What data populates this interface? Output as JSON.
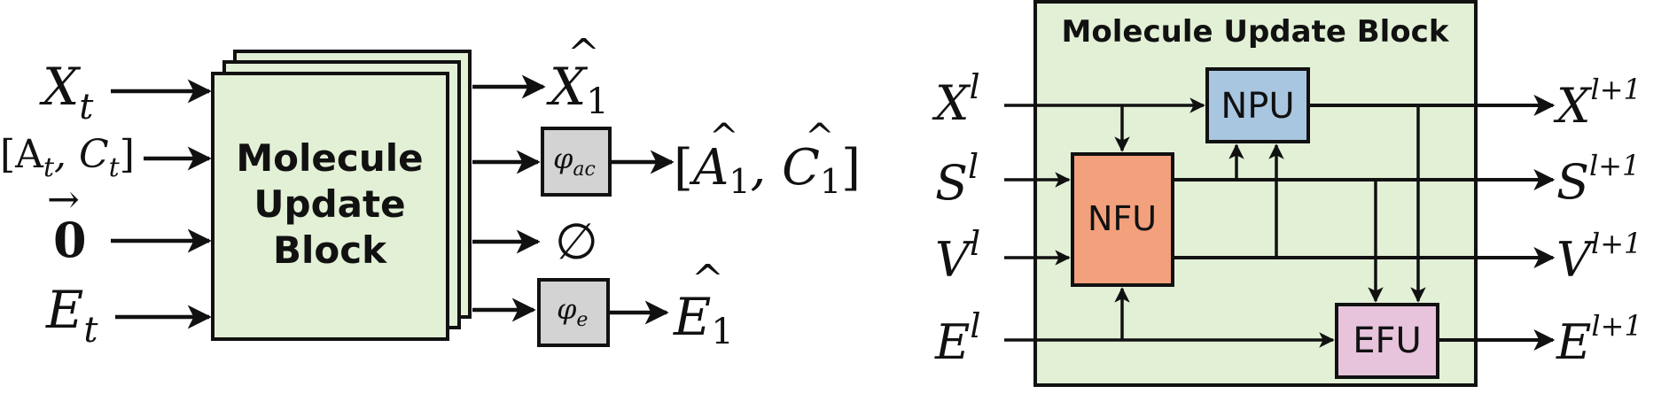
{
  "left_diagram": {
    "inputs": [
      {
        "id": "x",
        "sym": "X",
        "sub": "t"
      },
      {
        "id": "ac",
        "sym": "[A",
        "sub": "t",
        "mid": ", C",
        "sub2": "t",
        "end": "]"
      },
      {
        "id": "zero",
        "sym": "0",
        "arrow": "→"
      },
      {
        "id": "e",
        "sym": "E",
        "sub": "t"
      }
    ],
    "block_label": [
      "Molecule",
      "Update",
      "Block"
    ],
    "heads": {
      "phi_ac": {
        "sym": "φ",
        "sub": "ac"
      },
      "phi_e": {
        "sym": "φ",
        "sub": "e"
      }
    },
    "outputs": {
      "x": {
        "sym": "X",
        "hat": "^",
        "sub": "1"
      },
      "ac": {
        "open": "[",
        "a": "A",
        "a_sub": "1",
        "comma": ", ",
        "c": "C",
        "c_sub": "1",
        "close": "]",
        "hat": "^"
      },
      "empty": "∅",
      "e": {
        "sym": "E",
        "hat": "^",
        "sub": "1"
      }
    }
  },
  "right_diagram": {
    "title": "Molecule Update Block",
    "colors": {
      "panel": "#e2f0d6",
      "block_green": "#e2f0d6",
      "npu": "#a8c6e0",
      "nfu": "#f3a07c",
      "efu": "#e8c3dc",
      "head": "#d3d3d3"
    },
    "units": {
      "npu": "NPU",
      "nfu": "NFU",
      "efu": "EFU"
    },
    "inputs": [
      {
        "id": "x",
        "sym": "X",
        "sup": "l"
      },
      {
        "id": "s",
        "sym": "S",
        "sup": "l"
      },
      {
        "id": "v",
        "sym": "V",
        "sup": "l"
      },
      {
        "id": "e",
        "sym": "E",
        "sup": "l"
      }
    ],
    "outputs": [
      {
        "id": "x",
        "sym": "X",
        "sup": "l+1"
      },
      {
        "id": "s",
        "sym": "S",
        "sup": "l+1"
      },
      {
        "id": "v",
        "sym": "V",
        "sup": "l+1"
      },
      {
        "id": "e",
        "sym": "E",
        "sup": "l+1"
      }
    ]
  }
}
